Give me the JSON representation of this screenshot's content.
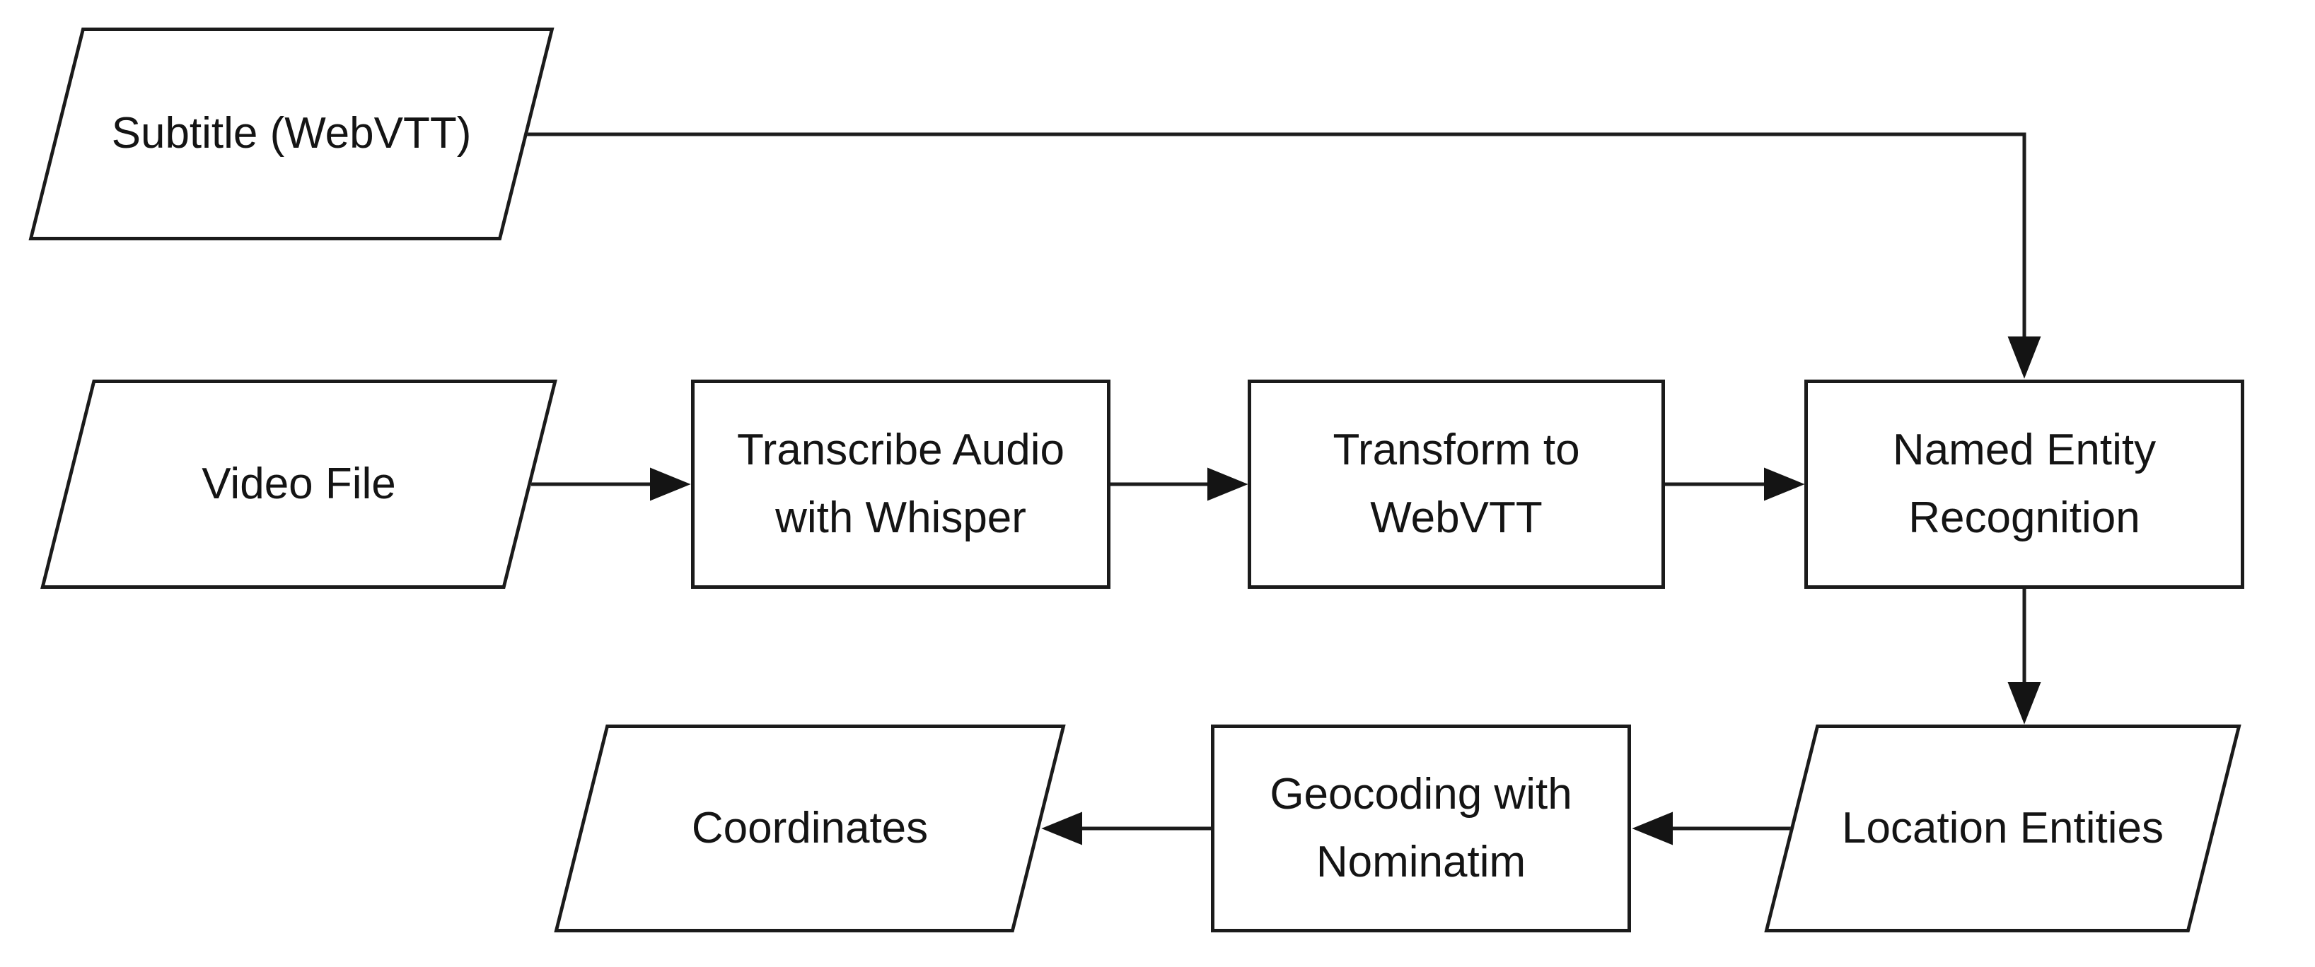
{
  "diagram": {
    "type": "flowchart",
    "background_color": "#ffffff",
    "stroke_color": "#1c1c1c",
    "shape_fill_color": "#ffffff",
    "text_color": "#141414",
    "nodes": {
      "subtitle": {
        "label": "Subtitle (WebVTT)",
        "shape": "parallelogram",
        "row": "top"
      },
      "video_file": {
        "label": "Video File",
        "shape": "parallelogram",
        "row": "middle"
      },
      "transcribe": {
        "label": "Transcribe Audio with Whisper",
        "shape": "process",
        "row": "middle"
      },
      "transform": {
        "label": "Transform to WebVTT",
        "shape": "process",
        "row": "middle"
      },
      "ner": {
        "label": "Named Entity Recognition",
        "shape": "process",
        "row": "middle"
      },
      "location_entities": {
        "label": "Location Entities",
        "shape": "parallelogram",
        "row": "bottom"
      },
      "geocoding": {
        "label": "Geocoding with Nominatim",
        "shape": "process",
        "row": "bottom"
      },
      "coordinates": {
        "label": "Coordinates",
        "shape": "parallelogram",
        "row": "bottom"
      }
    },
    "edges": [
      {
        "from": "subtitle",
        "to": "ner",
        "route": "right-then-down",
        "arrowhead": "down"
      },
      {
        "from": "video_file",
        "to": "transcribe",
        "arrowhead": "right"
      },
      {
        "from": "transcribe",
        "to": "transform",
        "arrowhead": "right"
      },
      {
        "from": "transform",
        "to": "ner",
        "arrowhead": "right"
      },
      {
        "from": "ner",
        "to": "location_entities",
        "arrowhead": "down"
      },
      {
        "from": "location_entities",
        "to": "geocoding",
        "arrowhead": "left"
      },
      {
        "from": "geocoding",
        "to": "coordinates",
        "arrowhead": "left"
      }
    ]
  }
}
